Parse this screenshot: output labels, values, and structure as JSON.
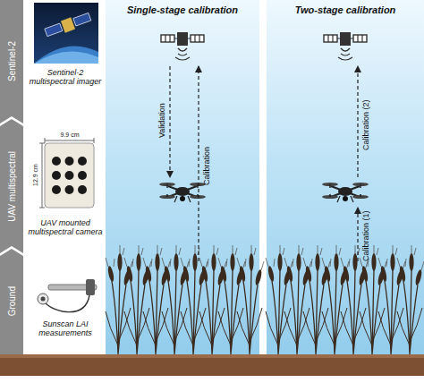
{
  "diagram": {
    "nodes": [
      {
        "text": [
          "Sentinel-2"
        ]
      },
      {
        "text": [
          "UAV multispectral"
        ]
      },
      {
        "text": [
          "Ground"
        ]
      },
      {
        "text": [
          "Single-stage calibration"
        ]
      },
      {
        "text": [
          "Two-stage calibration"
        ]
      }
    ],
    "labels": [
      "Sentinel-2 multispectral imager",
      "9.9 cm",
      "12.9 cm",
      "UAV mounted multispectral camera",
      "Sunscan LAI measurements",
      "Validation",
      "Calibration",
      "Calibration (2)",
      "Calibration (1)"
    ]
  }
}
